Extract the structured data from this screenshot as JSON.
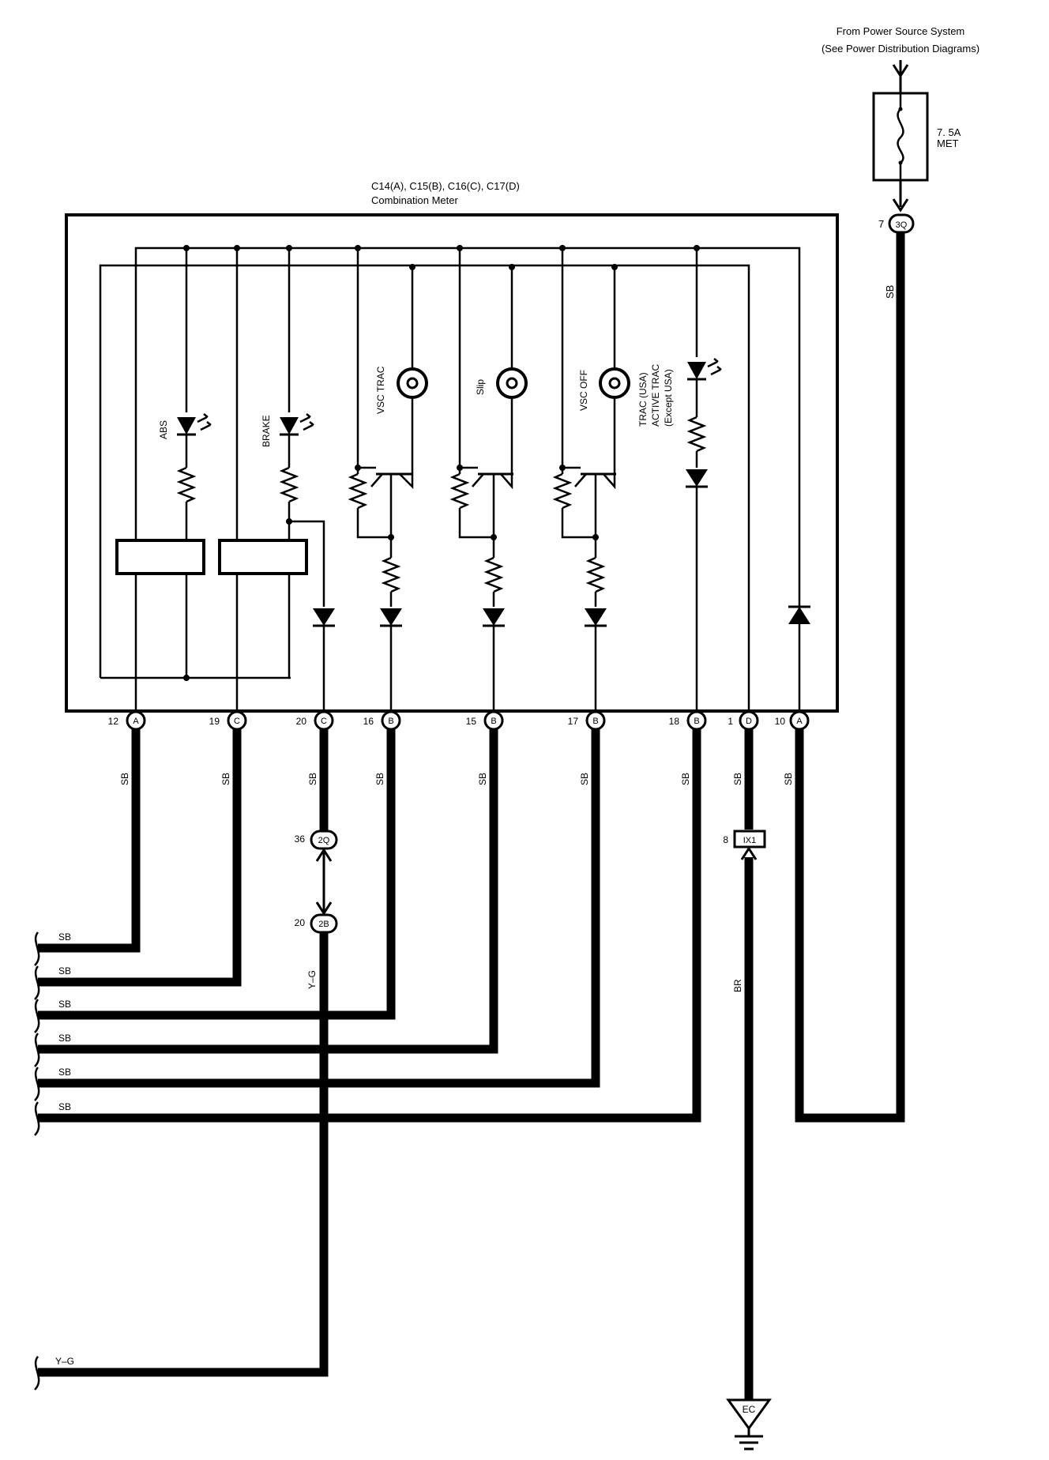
{
  "power_source": {
    "line1": "From Power Source System",
    "line2": "(See Power Distribution Diagrams)"
  },
  "fuse": {
    "rating": "7. 5A",
    "name": "MET",
    "pin": "7",
    "connector": "3Q",
    "wire_color": "SB"
  },
  "meter": {
    "connector_line": "C14(A), C15(B), C16(C), C17(D)",
    "name": "Combination Meter",
    "indicators": {
      "abs": "ABS",
      "brake": "BRAKE",
      "vsc_trac": "VSC TRAC",
      "slip": "Slip",
      "vsc_off": "VSC OFF",
      "trac_1": "TRAC (USA)",
      "trac_2": "ACTIVE TRAC",
      "trac_3": "(Except USA)"
    }
  },
  "pins": [
    {
      "num": "12",
      "conn": "A",
      "wire": "SB"
    },
    {
      "num": "19",
      "conn": "C",
      "wire": "SB"
    },
    {
      "num": "20",
      "conn": "C",
      "wire": "SB"
    },
    {
      "num": "16",
      "conn": "B",
      "wire": "SB"
    },
    {
      "num": "15",
      "conn": "B",
      "wire": "SB"
    },
    {
      "num": "17",
      "conn": "B",
      "wire": "SB"
    },
    {
      "num": "18",
      "conn": "B",
      "wire": "SB"
    },
    {
      "num": "1",
      "conn": "D",
      "wire": "SB"
    },
    {
      "num": "10",
      "conn": "A",
      "wire": "SB"
    }
  ],
  "junctions": {
    "j2q_pin": "36",
    "j2q_name": "2Q",
    "j2b_pin": "20",
    "j2b_name": "2B",
    "yg_label": "Y–G",
    "ix1_pin": "8",
    "ix1_name": "IX1",
    "br_label": "BR"
  },
  "left_wires": [
    "SB",
    "SB",
    "SB",
    "SB",
    "SB",
    "SB"
  ],
  "bottom_wire": "Y–G",
  "ground": "EC"
}
